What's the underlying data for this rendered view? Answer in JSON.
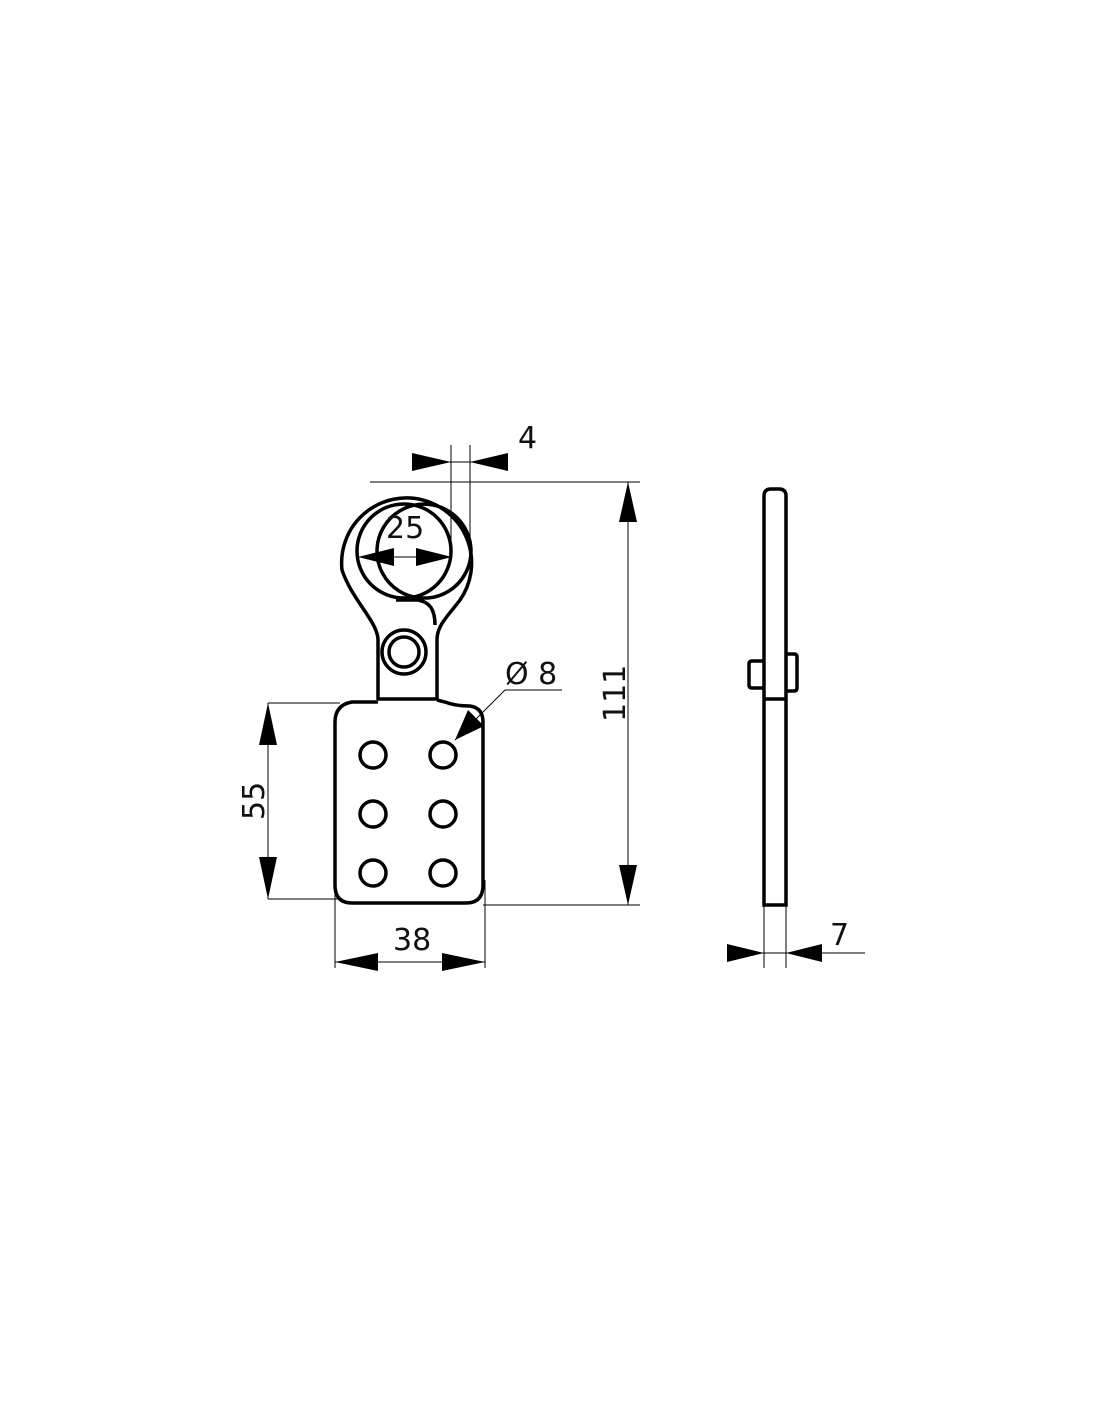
{
  "drawing": {
    "dimensions": {
      "thickness_top": "4",
      "ring_inner": "25",
      "hole_diameter": "Ø 8",
      "total_height": "111",
      "plate_height": "55",
      "plate_width": "38",
      "side_thickness": "7"
    },
    "line_color": "#000000"
  }
}
